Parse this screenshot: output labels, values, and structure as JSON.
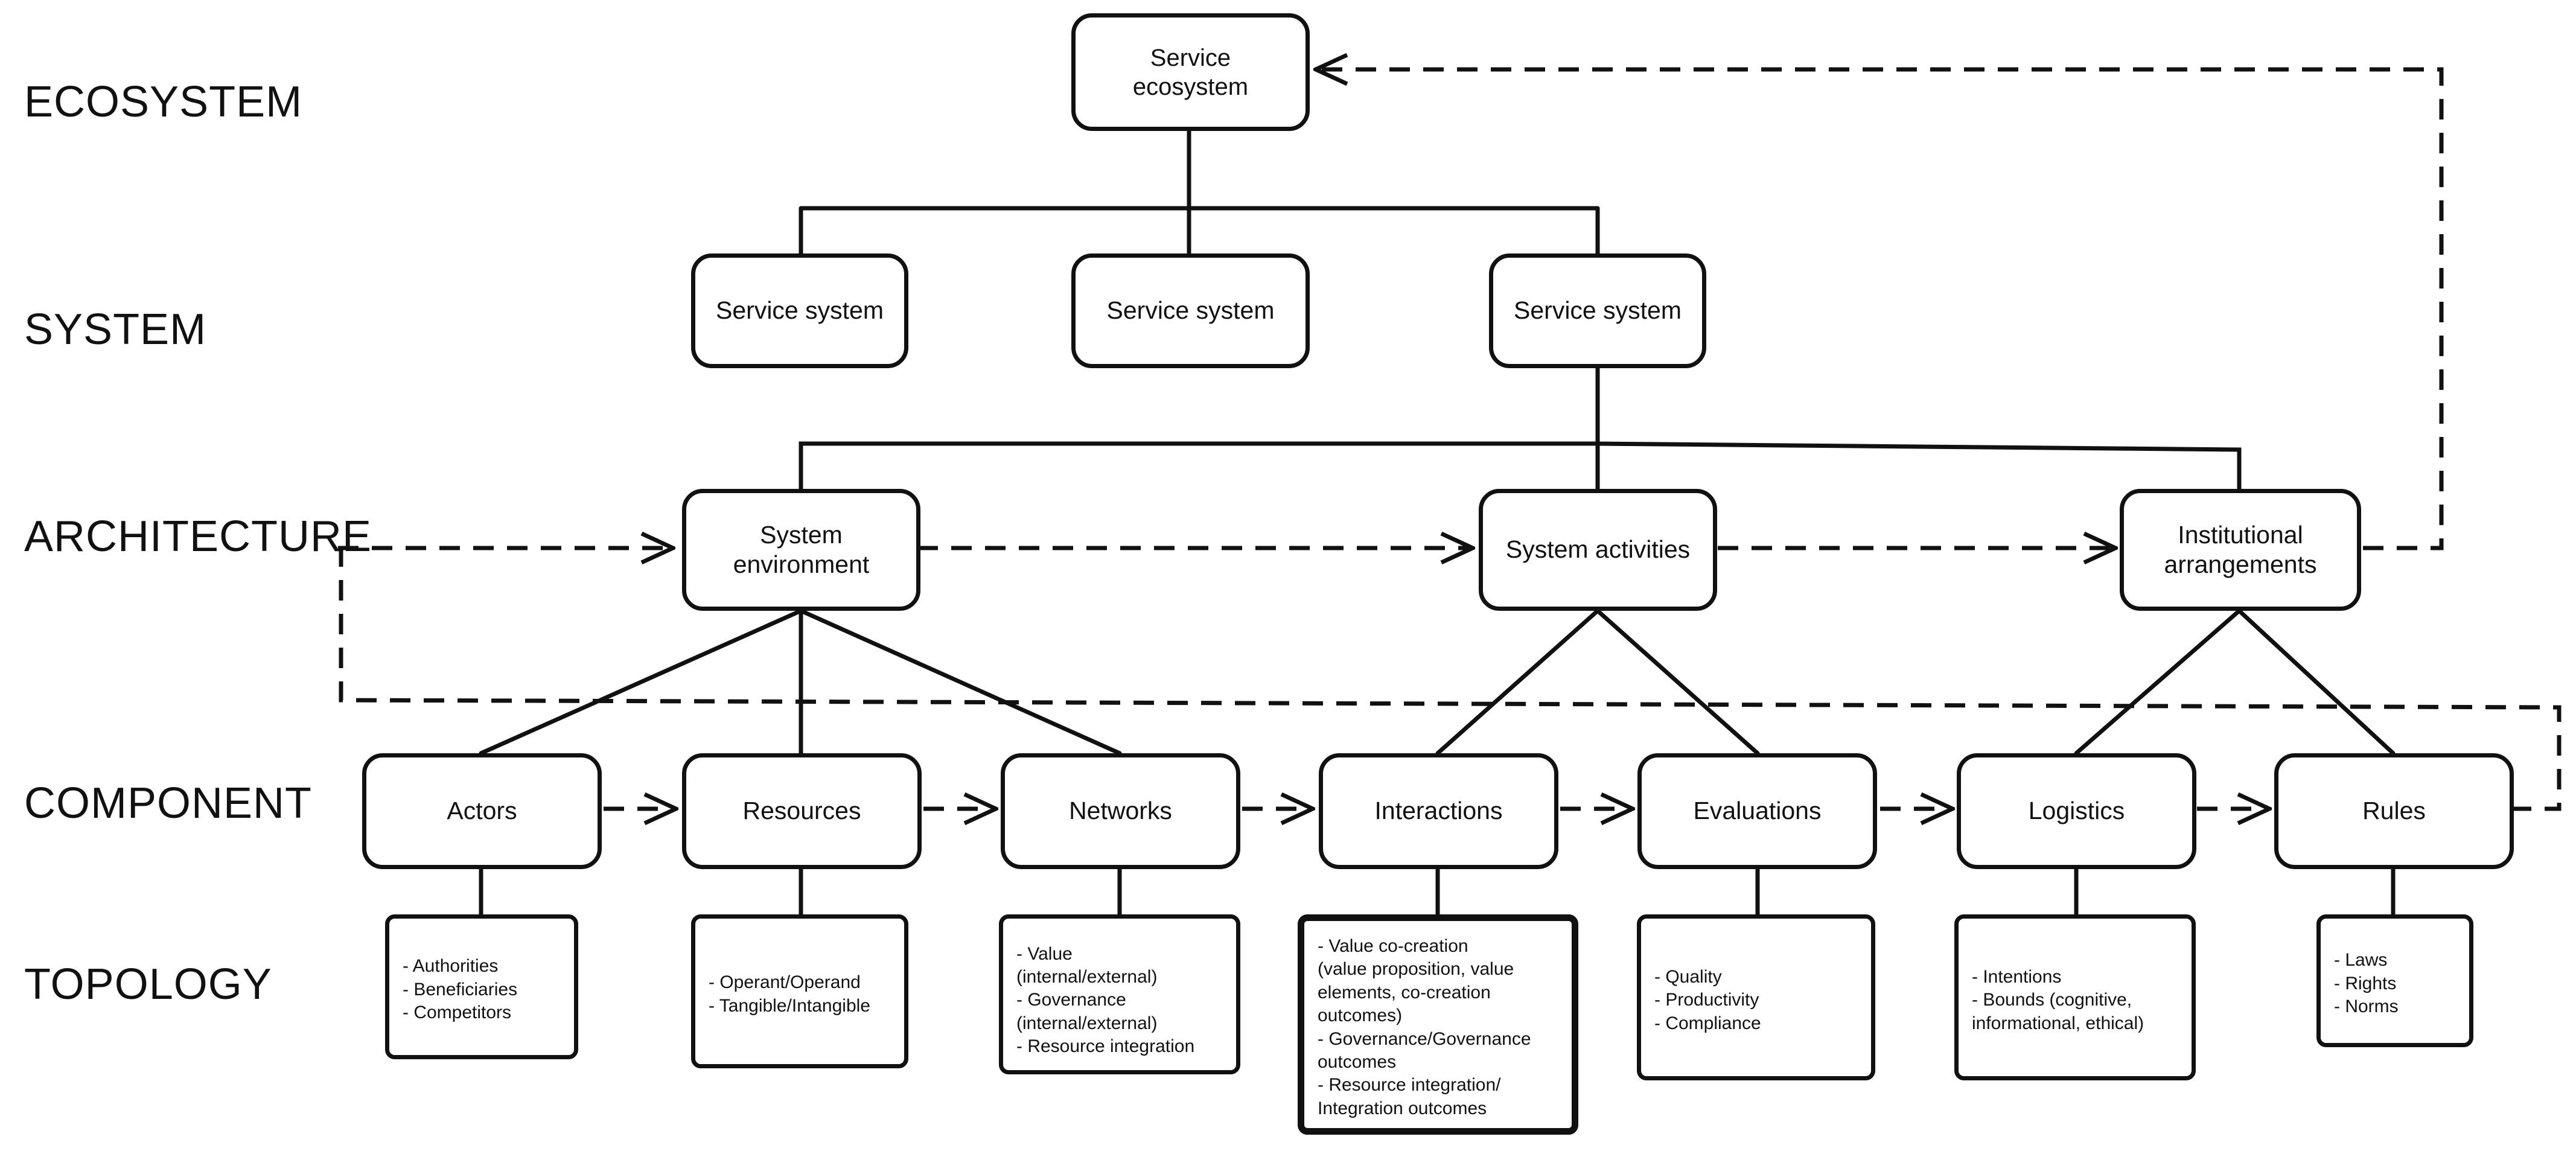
{
  "levels": {
    "ecosystem": "ECOSYSTEM",
    "system": "SYSTEM",
    "architecture": "ARCHITECTURE",
    "component": "COMPONENT",
    "topology": "TOPOLOGY"
  },
  "ecosystem": {
    "label": "Service ecosystem"
  },
  "systems": [
    {
      "label": "Service system"
    },
    {
      "label": "Service system"
    },
    {
      "label": "Service system"
    }
  ],
  "architecture": [
    {
      "label": "System environment"
    },
    {
      "label": "System activities"
    },
    {
      "label": "Institutional arrangements"
    }
  ],
  "components": [
    {
      "label": "Actors"
    },
    {
      "label": "Resources"
    },
    {
      "label": "Networks"
    },
    {
      "label": "Interactions"
    },
    {
      "label": "Evaluations"
    },
    {
      "label": "Logistics"
    },
    {
      "label": "Rules"
    }
  ],
  "topology": [
    {
      "lines": [
        "- Authorities",
        "- Beneficiaries",
        "- Competitors"
      ]
    },
    {
      "lines": [
        "- Operant/Operand",
        "- Tangible/Intangible"
      ]
    },
    {
      "lines": [
        "- Value",
        "(internal/external)",
        "- Governance",
        "(internal/external)",
        "- Resource integration"
      ]
    },
    {
      "lines": [
        "- Value co-creation",
        "(value proposition, value",
        "elements, co-creation",
        "outcomes)",
        "- Governance/Governance",
        "outcomes",
        "- Resource integration/",
        "Integration outcomes"
      ]
    },
    {
      "lines": [
        "- Quality",
        "- Productivity",
        "- Compliance"
      ]
    },
    {
      "lines": [
        "- Intentions",
        "- Bounds (cognitive,",
        "informational, ethical)"
      ]
    },
    {
      "lines": [
        "- Laws",
        "- Rights",
        "- Norms"
      ]
    }
  ]
}
